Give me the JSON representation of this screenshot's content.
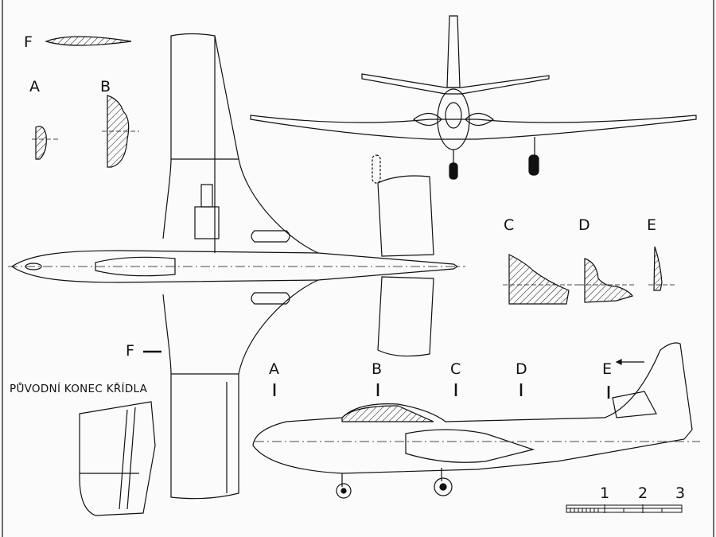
{
  "sections": {
    "F": "F",
    "A": "A",
    "B": "B",
    "C": "C",
    "D": "D",
    "E": "E"
  },
  "markers": {
    "F": "F",
    "A": "A",
    "B": "B",
    "C": "C",
    "D": "D",
    "E": "E"
  },
  "wingtip_caption": "PŮVODNÍ KONEC KŘÍDLA",
  "scale": {
    "labels": [
      "1",
      "2",
      "3"
    ],
    "unit_count": 3
  },
  "colors": {
    "ink": "#111111",
    "paper": "#fbfbfb"
  }
}
